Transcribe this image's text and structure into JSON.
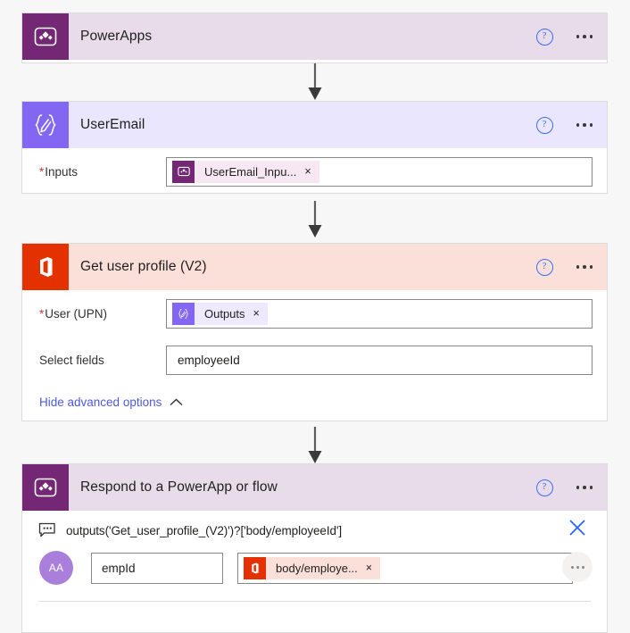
{
  "flow": {
    "cards": [
      {
        "id": "powerapps-trigger",
        "title": "PowerApps",
        "icon": "powerapps-icon",
        "help_icon": "help-icon",
        "more_icon": "more-options-icon"
      },
      {
        "id": "useremail-compose",
        "title": "UserEmail",
        "icon": "compose-icon",
        "help_icon": "help-icon",
        "more_icon": "more-options-icon",
        "fields": [
          {
            "label": "Inputs",
            "required": true,
            "token": {
              "text": "UserEmail_Inpu...",
              "icon": "powerapps-icon",
              "remove": "×"
            }
          }
        ]
      },
      {
        "id": "get-user-profile",
        "title": "Get user profile (V2)",
        "icon": "office365-icon",
        "help_icon": "help-icon",
        "more_icon": "more-options-icon",
        "fields": [
          {
            "label": "User (UPN)",
            "required": true,
            "token": {
              "text": "Outputs",
              "icon": "compose-icon",
              "remove": "×"
            }
          },
          {
            "label": "Select fields",
            "required": false,
            "value": "employeeId"
          }
        ],
        "advanced_link": {
          "label": "Hide advanced options",
          "chevron": "chevron-up-icon"
        }
      },
      {
        "id": "respond-to-powerapp",
        "title": "Respond to a PowerApp or flow",
        "icon": "powerapps-icon",
        "help_icon": "help-icon",
        "more_icon": "more-options-icon",
        "expression": {
          "icon": "tooltip-icon",
          "text": "outputs('Get_user_profile_(V2)')?['body/employeeId']",
          "close": "close-icon"
        },
        "output_row": {
          "type_icon": "text-type-icon",
          "type_icon_label": "AA",
          "name": "empId",
          "token": {
            "text": "body/employe...",
            "icon": "office365-icon",
            "remove": "×"
          },
          "more": "row-more-options-icon"
        }
      }
    ],
    "connectors": [
      {
        "from": "powerapps-trigger",
        "to": "useremail-compose",
        "icon": "down-arrow-icon"
      },
      {
        "from": "useremail-compose",
        "to": "get-user-profile",
        "icon": "down-arrow-icon"
      },
      {
        "from": "get-user-profile",
        "to": "respond-to-powerapp",
        "icon": "down-arrow-icon"
      }
    ]
  },
  "colors": {
    "powerapps_purple": "#742774",
    "compose_purple": "#8367f2",
    "office_orange": "#e33200",
    "link_blue": "#4d59df",
    "help_blue": "#3b6df5",
    "required_red": "#d13438",
    "canvas_bg": "#f7f7f7"
  }
}
